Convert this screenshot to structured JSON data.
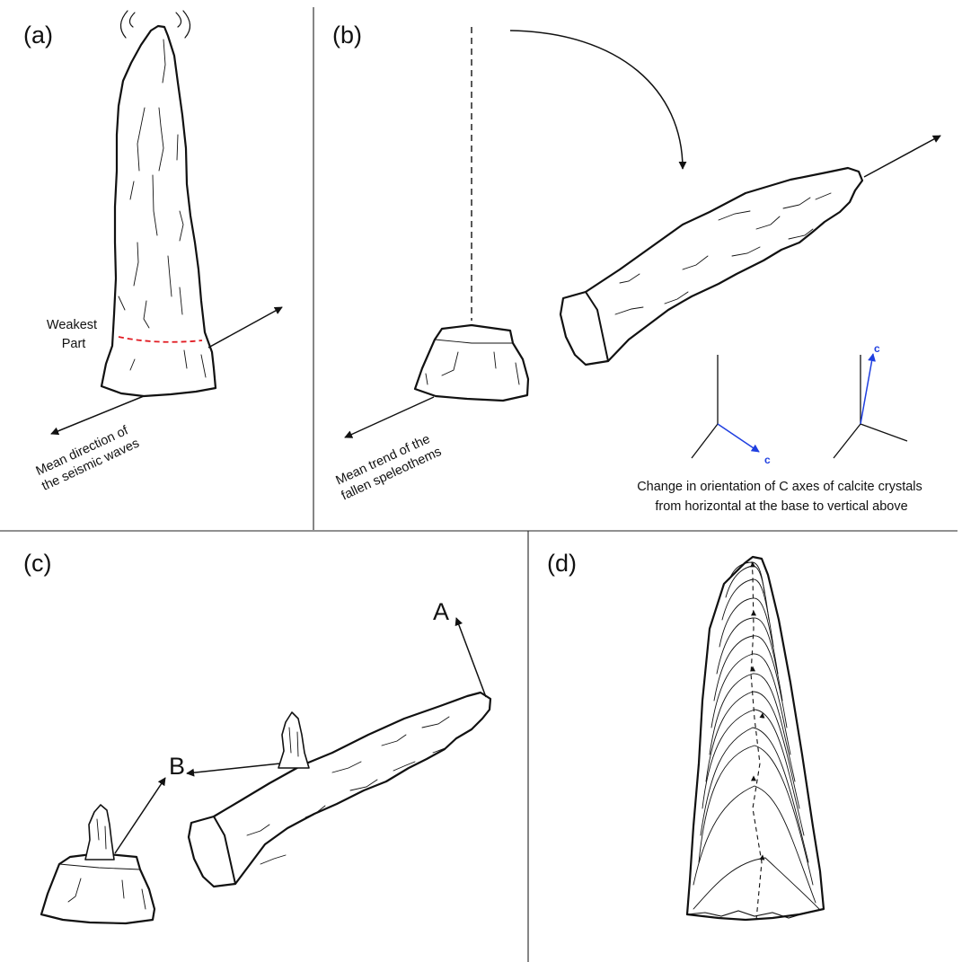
{
  "panels": {
    "a": {
      "label": "(a)",
      "weakest_line1": "Weakest",
      "weakest_line2": "Part",
      "seismic_line1": "Mean direction of",
      "seismic_line2": "the seismic waves"
    },
    "b": {
      "label": "(b)",
      "trend_line1": "Mean trend of the",
      "trend_line2": "fallen speleothems",
      "axis_label_c": "c",
      "caption_line1": "Change in orientation of C axes of calcite crystals",
      "caption_line2": "from horizontal at the base to vertical above"
    },
    "c": {
      "label": "(c)",
      "point_a": "A",
      "point_b": "B"
    },
    "d": {
      "label": "(d)"
    }
  },
  "colors": {
    "ink": "#111111",
    "weak_zone": "#e11b22",
    "c_axis": "#1f3fe0"
  }
}
